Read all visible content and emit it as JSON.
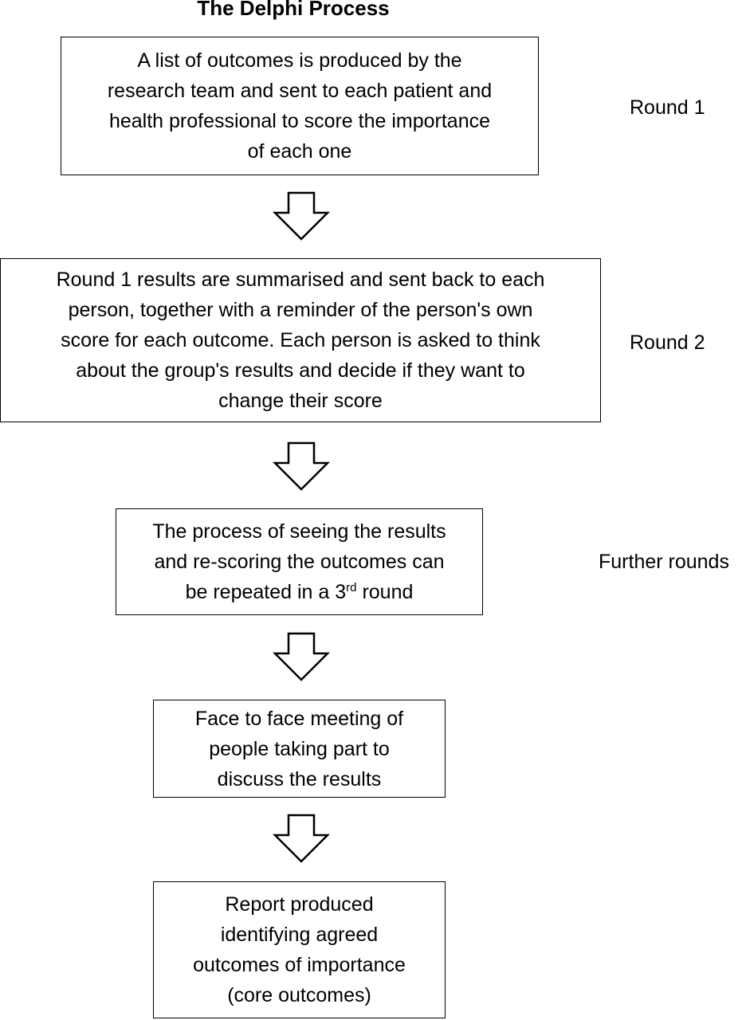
{
  "title": "The Delphi Process",
  "steps": [
    {
      "lines": [
        "A list of outcomes is produced by the",
        "research team and sent to each patient and",
        "health professional to score the importance",
        "of each one"
      ]
    },
    {
      "lines": [
        "Round 1 results are summarised and sent back to each",
        "person, together with a reminder of the person's own",
        "score for each outcome.  Each person is asked to think",
        "about the group's results and decide if they want to",
        "change their score"
      ]
    },
    {
      "lines": [
        "The process of seeing the results",
        "and re-scoring the outcomes can"
      ],
      "last_line_pre": "be repeated in a 3",
      "last_line_sup": "rd",
      "last_line_post": " round"
    },
    {
      "lines": [
        "Face to face meeting of",
        "people taking part to",
        "discuss the results"
      ]
    },
    {
      "lines": [
        "Report produced",
        "identifying agreed",
        "outcomes of importance",
        "(core outcomes)"
      ]
    }
  ],
  "side_labels": [
    "Round 1",
    "Round 2",
    "Further rounds"
  ]
}
